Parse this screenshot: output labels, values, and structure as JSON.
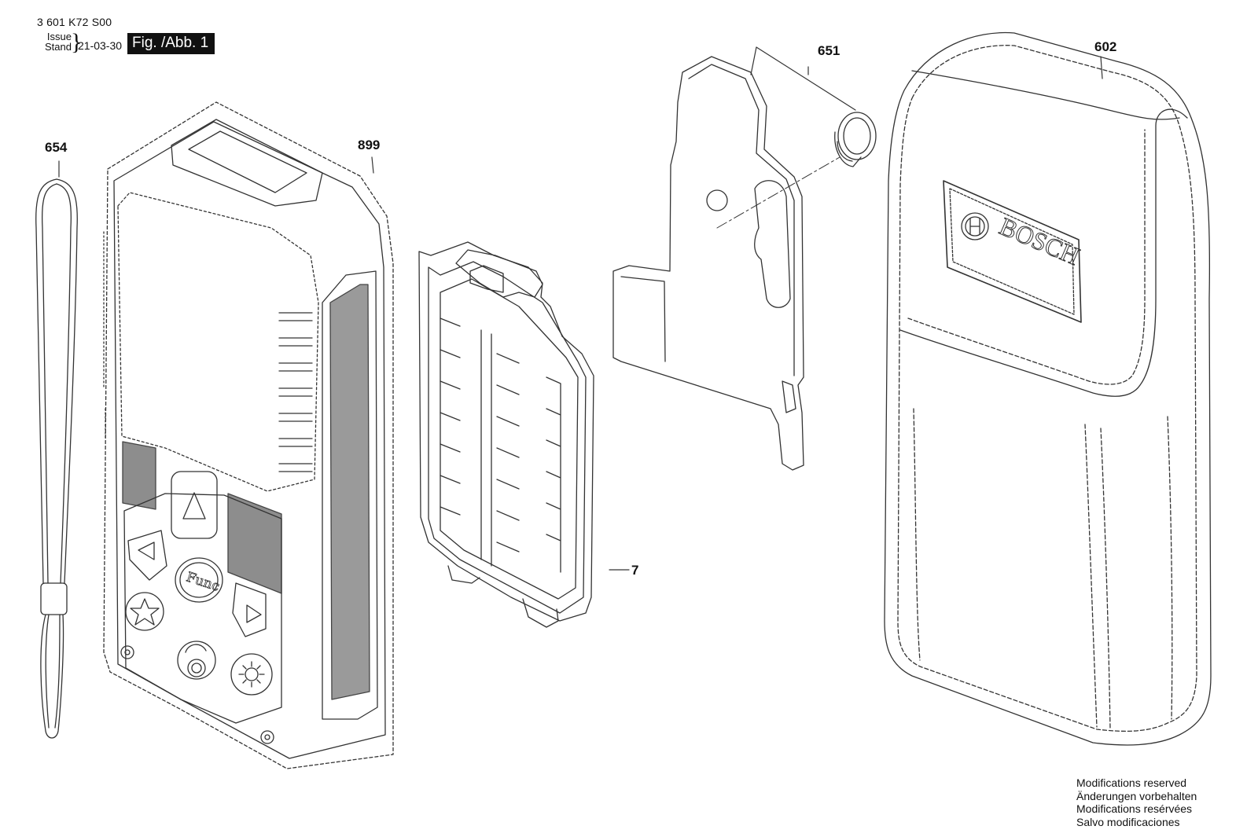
{
  "header": {
    "document_number": "3 601 K72 S00",
    "issue_label": "Issue",
    "stand_label": "Stand",
    "date": "21-03-30",
    "figure_label": "Fig. /Abb. 1"
  },
  "parts": {
    "strap": "654",
    "housing": "899",
    "battery_cover": "7",
    "belt_clip": "651",
    "pouch": "602"
  },
  "device": {
    "func_button": "Func",
    "pouch_brand": "BOSCH"
  },
  "footer_notes": [
    "Modifications reserved",
    "Änderungen vorbehalten",
    "Modifications resérvées",
    "Salvo modificaciones"
  ]
}
